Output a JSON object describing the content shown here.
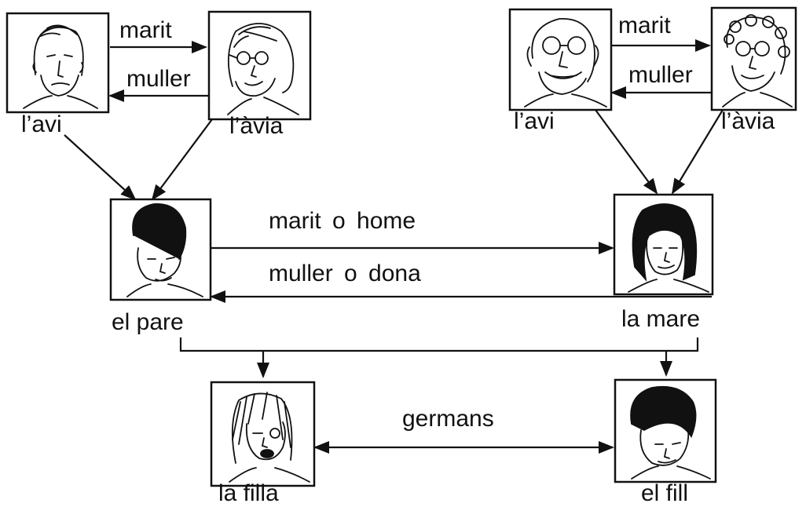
{
  "paternal": {
    "grandfather_label": "l’avi",
    "grandmother_label": "l’àvia",
    "husband_label": "marit",
    "wife_label": "muller"
  },
  "maternal": {
    "grandfather_label": "l’avi",
    "grandmother_label": "l’àvia",
    "husband_label": "marit",
    "wife_label": "muller"
  },
  "parents": {
    "father_label": "el pare",
    "mother_label": "la mare",
    "husband_label": "marit o home",
    "wife_label": "muller o dona"
  },
  "children": {
    "daughter_label": "la filla",
    "son_label": "el fill",
    "siblings_label": "germans"
  },
  "portraits": {
    "paternal_grandfather": "old-man-portrait",
    "paternal_grandmother": "old-woman-with-glasses-portrait",
    "maternal_grandfather": "bald-old-man-with-glasses-portrait",
    "maternal_grandmother": "curly-haired-old-woman-with-glasses-portrait",
    "father": "man-portrait",
    "mother": "woman-with-long-hair-portrait",
    "daughter": "girl-portrait",
    "son": "boy-portrait"
  }
}
